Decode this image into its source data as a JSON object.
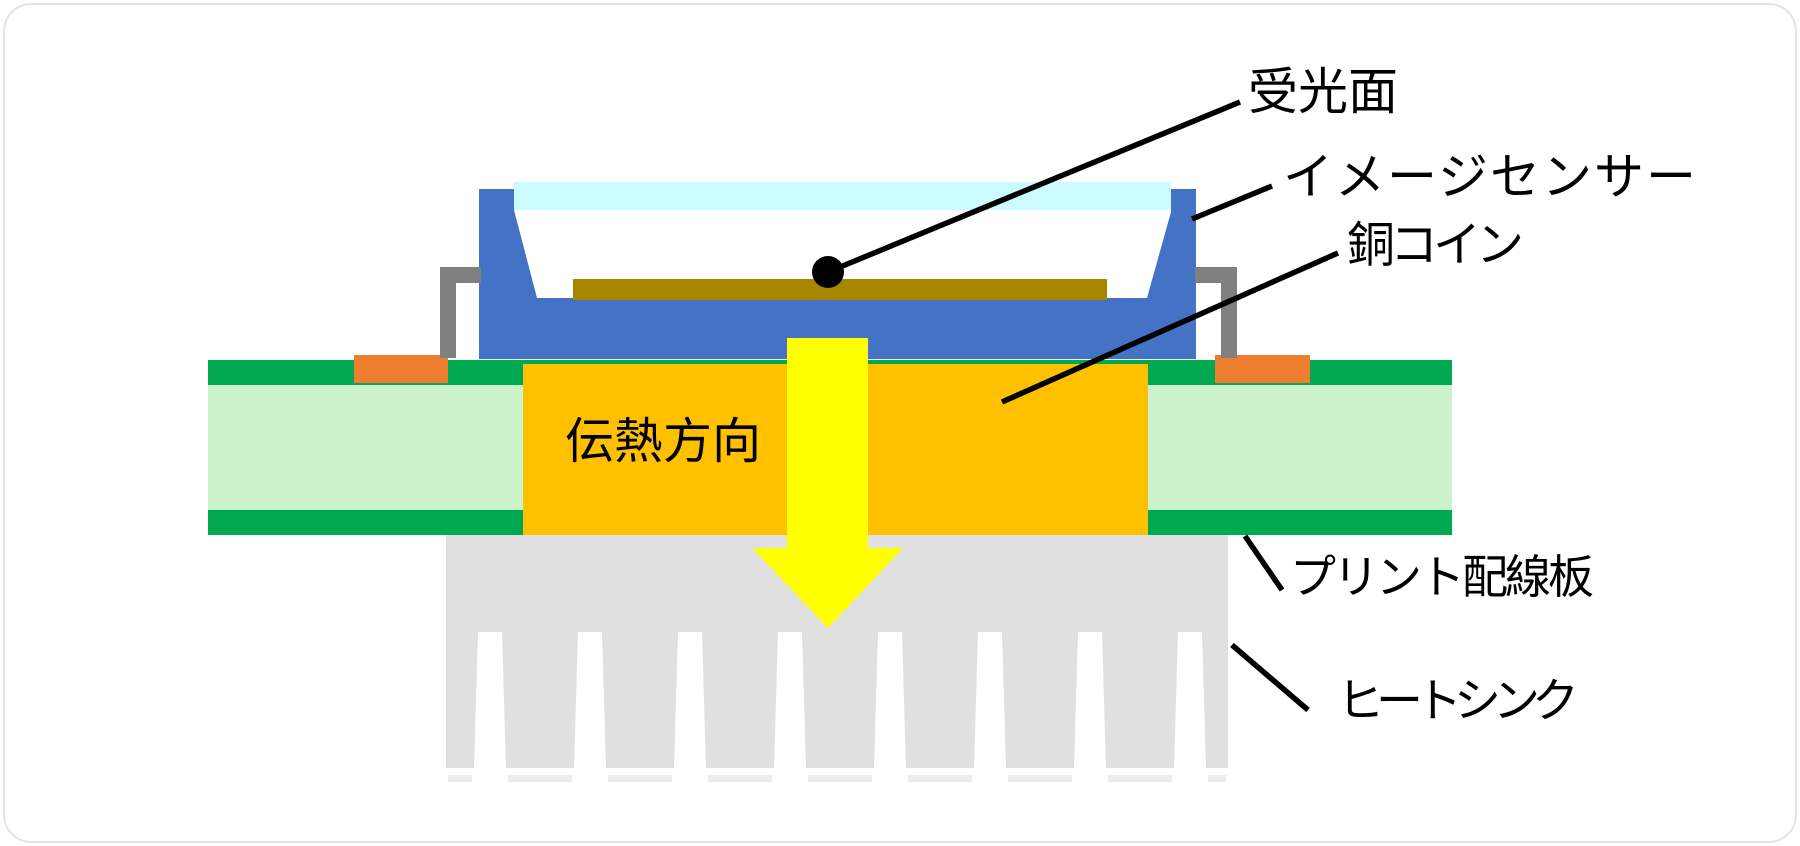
{
  "diagram": {
    "title_context": "image sensor cooling cross-section",
    "labels": {
      "light_receiving_surface": "受光面",
      "image_sensor": "イメージセンサー",
      "copper_coin": "銅コイン",
      "heat_transfer_direction": "伝熱方向",
      "printed_wiring_board": "プリント配線板",
      "heat_sink": "ヒートシンク"
    },
    "colors": {
      "sensor_package_blue": "#4472C4",
      "sensor_die_brown": "#A98600",
      "cover_glass_cyan": "#CCFBFF",
      "pcb_core_light_green": "#CCF2CC",
      "pcb_layer_green": "#00A850",
      "solder_pad_orange": "#ED7D31",
      "copper_coin_gold": "#FFC000",
      "heat_arrow_yellow": "#FFFF00",
      "heat_sink_gray": "#E0E0E0",
      "heat_sink_shadow_gray": "#ECECEC",
      "lead_wire_gray": "#808080",
      "leader_line_black": "#000000",
      "frame_border_gray": "#E4E4E4"
    }
  }
}
